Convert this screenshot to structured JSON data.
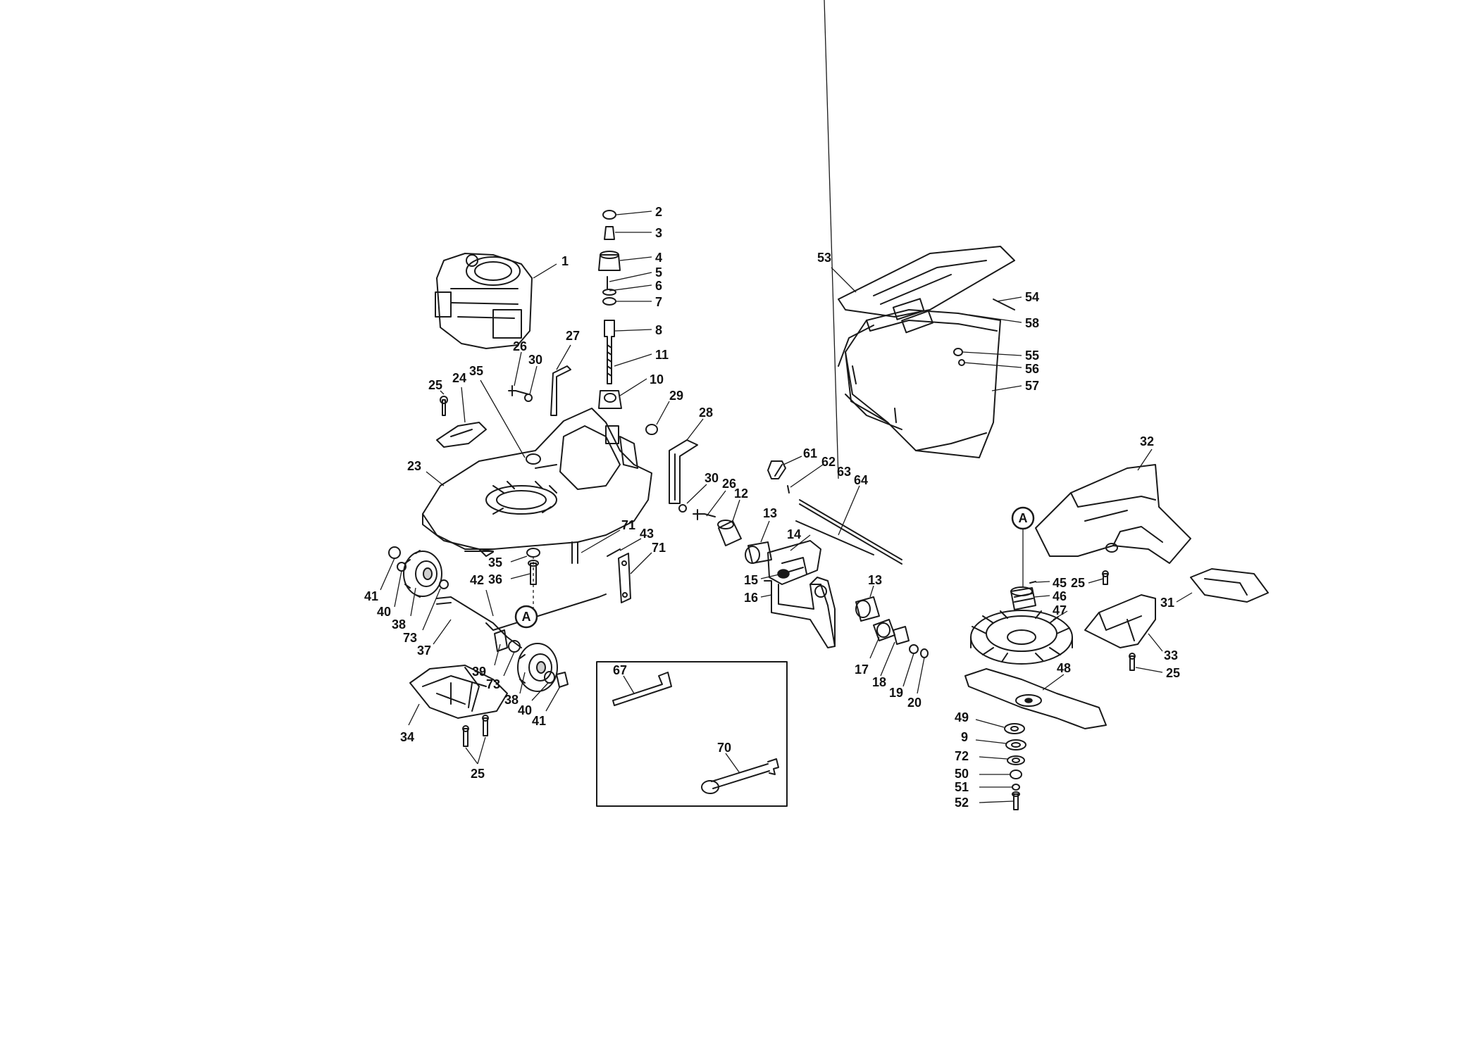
{
  "colors": {
    "ink": "#1a1a1a",
    "background": "#ffffff"
  },
  "callout_letter": "A",
  "parts": [
    {
      "id": "p1",
      "label": "1",
      "name": "engine"
    },
    {
      "id": "p2",
      "label": "2",
      "name": "cap"
    },
    {
      "id": "p3",
      "label": "3",
      "name": "bolt"
    },
    {
      "id": "p4",
      "label": "4",
      "name": "knob"
    },
    {
      "id": "p5",
      "label": "5",
      "name": "pin"
    },
    {
      "id": "p6",
      "label": "6",
      "name": "spacer"
    },
    {
      "id": "p7",
      "label": "7",
      "name": "washer"
    },
    {
      "id": "p8",
      "label": "8",
      "name": "height-screw"
    },
    {
      "id": "p11",
      "label": "11",
      "name": "thread-pin"
    },
    {
      "id": "p10",
      "label": "10",
      "name": "nut-housing"
    },
    {
      "id": "p29",
      "label": "29",
      "name": "plug"
    },
    {
      "id": "p26a",
      "label": "26",
      "name": "bolt"
    },
    {
      "id": "p30a",
      "label": "30",
      "name": "washer"
    },
    {
      "id": "p27",
      "label": "27",
      "name": "bracket"
    },
    {
      "id": "p25a",
      "label": "25",
      "name": "screw"
    },
    {
      "id": "p24",
      "label": "24",
      "name": "cover-plate"
    },
    {
      "id": "p35a",
      "label": "35",
      "name": "nut"
    },
    {
      "id": "p23",
      "label": "23",
      "name": "deck"
    },
    {
      "id": "p28",
      "label": "28",
      "name": "bracket"
    },
    {
      "id": "p30b",
      "label": "30",
      "name": "washer"
    },
    {
      "id": "p26b",
      "label": "26",
      "name": "bolt"
    },
    {
      "id": "p12",
      "label": "12",
      "name": "bushing"
    },
    {
      "id": "p71a",
      "label": "71",
      "name": "pin"
    },
    {
      "id": "p43",
      "label": "43",
      "name": "spring"
    },
    {
      "id": "p71b",
      "label": "71",
      "name": "bracket"
    },
    {
      "id": "p35b",
      "label": "35",
      "name": "nut"
    },
    {
      "id": "p36",
      "label": "36",
      "name": "bolt"
    },
    {
      "id": "p42",
      "label": "42",
      "name": "axle-rod"
    },
    {
      "id": "p41a",
      "label": "41",
      "name": "cap"
    },
    {
      "id": "p40a",
      "label": "40",
      "name": "nut"
    },
    {
      "id": "p38a",
      "label": "38",
      "name": "wheel"
    },
    {
      "id": "p73a",
      "label": "73",
      "name": "bushing"
    },
    {
      "id": "p37",
      "label": "37",
      "name": "axle"
    },
    {
      "id": "p39",
      "label": "39",
      "name": "bracket"
    },
    {
      "id": "p73b",
      "label": "73",
      "name": "bushing"
    },
    {
      "id": "p38b",
      "label": "38",
      "name": "wheel"
    },
    {
      "id": "p40b",
      "label": "40",
      "name": "nut"
    },
    {
      "id": "p41b",
      "label": "41",
      "name": "cap"
    },
    {
      "id": "p34",
      "label": "34",
      "name": "rear-flap"
    },
    {
      "id": "p25b",
      "label": "25",
      "name": "screws"
    },
    {
      "id": "p61",
      "label": "61",
      "name": "lever"
    },
    {
      "id": "p62",
      "label": "62",
      "name": "pin"
    },
    {
      "id": "p63",
      "label": "63",
      "name": "rod"
    },
    {
      "id": "p64",
      "label": "64",
      "name": "rod"
    },
    {
      "id": "p13a",
      "label": "13",
      "name": "bushing"
    },
    {
      "id": "p14",
      "label": "14",
      "name": "housing"
    },
    {
      "id": "p15",
      "label": "15",
      "name": "lock"
    },
    {
      "id": "p16",
      "label": "16",
      "name": "bracket"
    },
    {
      "id": "p13b",
      "label": "13",
      "name": "bushing"
    },
    {
      "id": "p17",
      "label": "17",
      "name": "clamp"
    },
    {
      "id": "p18",
      "label": "18",
      "name": "clamp"
    },
    {
      "id": "p19",
      "label": "19",
      "name": "washer"
    },
    {
      "id": "p20",
      "label": "20",
      "name": "nut"
    },
    {
      "id": "p67",
      "label": "67",
      "name": "hex-key"
    },
    {
      "id": "p70",
      "label": "70",
      "name": "wrench"
    },
    {
      "id": "p53",
      "label": "53",
      "name": "bag-frame"
    },
    {
      "id": "p54",
      "label": "54",
      "name": "handle-grip"
    },
    {
      "id": "p58",
      "label": "58",
      "name": "frame-wire"
    },
    {
      "id": "p55",
      "label": "55",
      "name": "clip"
    },
    {
      "id": "p56",
      "label": "56",
      "name": "screw"
    },
    {
      "id": "p57",
      "label": "57",
      "name": "grass-bag"
    },
    {
      "id": "p32",
      "label": "32",
      "name": "discharge-chute"
    },
    {
      "id": "p45",
      "label": "45",
      "name": "key"
    },
    {
      "id": "p25c",
      "label": "25",
      "name": "screw"
    },
    {
      "id": "p46",
      "label": "46",
      "name": "adapter"
    },
    {
      "id": "p47",
      "label": "47",
      "name": "fan"
    },
    {
      "id": "p31",
      "label": "31",
      "name": "cover"
    },
    {
      "id": "p33",
      "label": "33",
      "name": "bracket"
    },
    {
      "id": "p25d",
      "label": "25",
      "name": "screw"
    },
    {
      "id": "p48",
      "label": "48",
      "name": "blade"
    },
    {
      "id": "p49",
      "label": "49",
      "name": "washer"
    },
    {
      "id": "p9",
      "label": "9",
      "name": "washer"
    },
    {
      "id": "p72",
      "label": "72",
      "name": "washer"
    },
    {
      "id": "p50",
      "label": "50",
      "name": "washer"
    },
    {
      "id": "p51",
      "label": "51",
      "name": "lock-washer"
    },
    {
      "id": "p52",
      "label": "52",
      "name": "bolt"
    }
  ]
}
